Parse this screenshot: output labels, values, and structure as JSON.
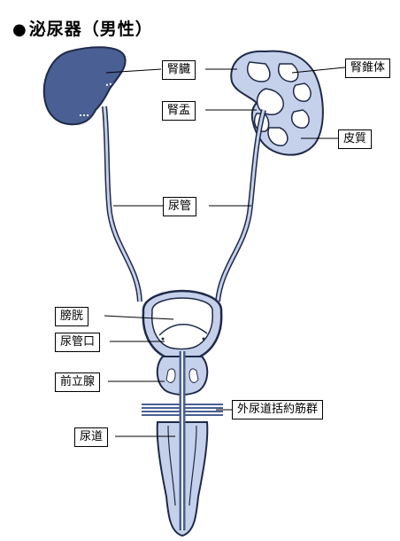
{
  "title": "泌尿器（男性）",
  "title_bullet": "●",
  "labels": {
    "kidney": "腎臓",
    "renal_pyramid": "腎錐体",
    "renal_pelvis": "腎盂",
    "cortex": "皮質",
    "ureter": "尿管",
    "bladder": "膀胱",
    "ureteral_orifice": "尿管口",
    "prostate": "前立腺",
    "external_sphincter": "外尿道括約筋群",
    "urethra": "尿道"
  },
  "colors": {
    "organ_fill": "#4a5f93",
    "light_fill": "#c5d1ea",
    "outline": "#1f2a4a"
  }
}
